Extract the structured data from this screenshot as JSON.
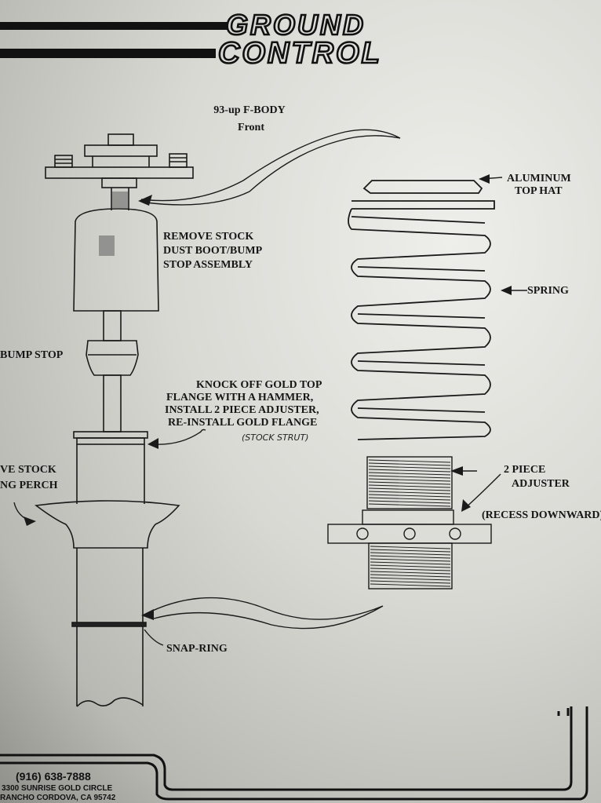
{
  "logo": {
    "line1": "GROUND",
    "line2": "CONTROL"
  },
  "title": {
    "line1": "93-up F-BODY",
    "line2": "Front"
  },
  "labels": {
    "top_hat_1": "ALUMINUM",
    "top_hat_2": "TOP HAT",
    "remove_boot_1": "REMOVE STOCK",
    "remove_boot_2": "DUST BOOT/BUMP",
    "remove_boot_3": "STOP ASSEMBLY",
    "spring": "SPRING",
    "bump_stop": "BUMP STOP",
    "knock_1": "KNOCK OFF GOLD TOP",
    "knock_2": "FLANGE WITH A HAMMER,",
    "knock_3": "INSTALL 2 PIECE ADJUSTER,",
    "knock_4": "RE-INSTALL GOLD FLANGE",
    "knock_note": "(STOCK STRUT)",
    "remove_perch_1": "VE STOCK",
    "remove_perch_2": "NG PERCH",
    "adjuster_1": "2 PIECE",
    "adjuster_2": "ADJUSTER",
    "recess": "(RECESS DOWNWARD)",
    "snap_ring": "SNAP-RING"
  },
  "footer": {
    "phone": "(916) 638-7888",
    "address_1": "3300 SUNRISE GOLD CIRCLE",
    "address_2": "RANCHO CORDOVA, CA 95742"
  },
  "colors": {
    "ink": "#161616",
    "paper": "#e6e6e2"
  }
}
